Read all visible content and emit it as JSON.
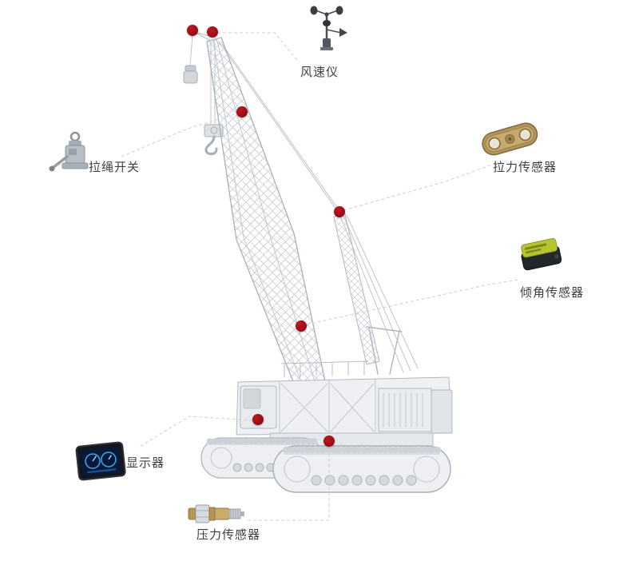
{
  "diagram": {
    "type": "annotated-equipment-diagram",
    "subject": "crawler-crane-sensor-layout",
    "background": "#ffffff",
    "hotspot_count": 7
  },
  "colors": {
    "marker_red": "#a8101b",
    "leader_line": "#cccccc",
    "crane_outline": "#b2b8c0",
    "crane_fill": "#eef0f3",
    "label_text": "#3e3e3e"
  },
  "callouts": {
    "anemometer": {
      "label": "风速仪",
      "icon": "anemometer-icon"
    },
    "pull_rope_switch": {
      "label": "拉绳开关",
      "icon": "pull-rope-switch-icon"
    },
    "tension_sensor": {
      "label": "拉力传感器",
      "icon": "tension-sensor-icon"
    },
    "tilt_sensor": {
      "label": "倾角传感器",
      "icon": "tilt-sensor-icon"
    },
    "display": {
      "label": "显示器",
      "icon": "display-icon"
    },
    "pressure_sensor": {
      "label": "压力传感器",
      "icon": "pressure-sensor-icon"
    }
  }
}
